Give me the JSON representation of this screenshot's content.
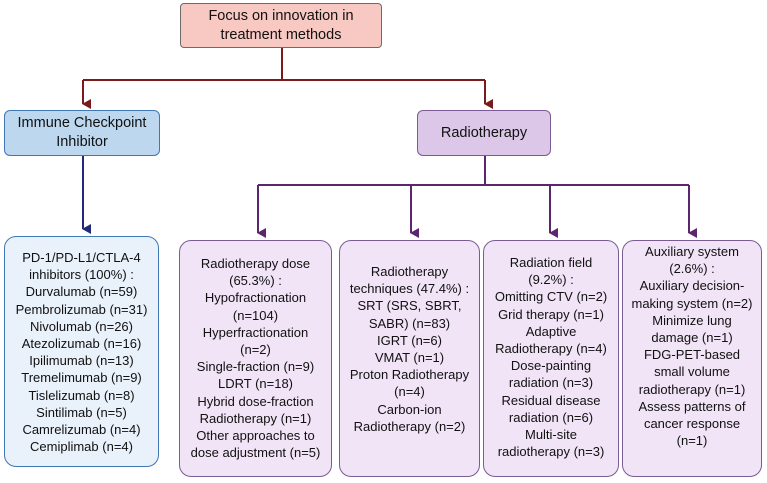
{
  "root": {
    "lines": [
      "Focus on innovation in",
      "treatment methods"
    ]
  },
  "immune": {
    "title_lines": [
      "Immune Checkpoint",
      "Inhibitor"
    ],
    "leaf_lines": [
      "PD-1/PD-L1/CTLA-4",
      "inhibitors (100%) :",
      "Durvalumab (n=59)",
      "Pembrolizumab (n=31)",
      "Nivolumab (n=26)",
      "Atezolizumab (n=16)",
      "Ipilimumab (n=13)",
      "Tremelimumab (n=9)",
      "Tislelizumab (n=8)",
      "Sintilimab (n=5)",
      "Camrelizumab (n=4)",
      "Cemiplimab (n=4)"
    ]
  },
  "radiotherapy": {
    "title": "Radiotherapy",
    "dose_lines": [
      "Radiotherapy dose",
      "(65.3%) :",
      "Hypofractionation",
      "(n=104)",
      "Hyperfractionation",
      "(n=2)",
      "Single-fraction (n=9)",
      "LDRT (n=18)",
      "Hybrid dose-fraction",
      "Radiotherapy (n=1)",
      "Other approaches to",
      "dose adjustment (n=5)"
    ],
    "tech_lines": [
      "Radiotherapy",
      "techniques (47.4%) :",
      "SRT (SRS, SBRT,",
      "SABR) (n=83)",
      "IGRT (n=6)",
      "VMAT (n=1)",
      "Proton Radiotherapy",
      "(n=4)",
      "Carbon-ion",
      "Radiotherapy (n=2)"
    ],
    "field_lines": [
      "Radiation field",
      "(9.2%) :",
      "Omitting CTV (n=2)",
      "Grid therapy (n=1)",
      "Adaptive",
      "Radiotherapy (n=4)",
      "Dose-painting",
      "radiation (n=3)",
      "Residual disease",
      "radiation (n=6)",
      "Multi-site",
      "radiotherapy (n=3)"
    ],
    "aux_lines": [
      "Auxiliary system",
      "(2.6%) :",
      "Auxiliary decision-",
      "making system (n=2)",
      "Minimize lung",
      "damage (n=1)",
      "FDG-PET-based",
      "small volume",
      "radiotherapy (n=1)",
      "Assess patterns of",
      "cancer response",
      "(n=1)"
    ]
  },
  "colors": {
    "root_fill": "#f8c8c2",
    "top_arrow": "#7a1a1a",
    "immune_fill": "#bcd7ee",
    "immune_arrow": "#1f2a7a",
    "radio_fill": "#dcc7e8",
    "radio_arrow": "#5b2570"
  }
}
